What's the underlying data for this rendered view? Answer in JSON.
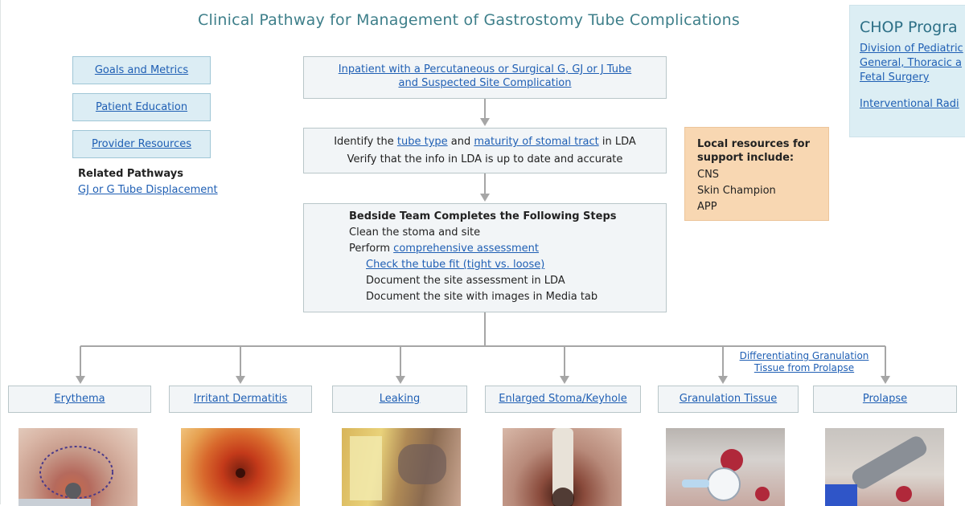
{
  "title": "Clinical Pathway for Management of Gastrostomy Tube Complications",
  "nav": {
    "goals": "Goals and Metrics",
    "education": "Patient Education",
    "resources": "Provider Resources"
  },
  "related": {
    "heading": "Related Pathways",
    "link": "GJ or G Tube Displacement"
  },
  "step1": {
    "line1": "Inpatient with a Percutaneous or Surgical G, GJ or J Tube",
    "line2": "and Suspected Site Complication"
  },
  "step2": {
    "pre": "Identify the ",
    "tube_type": "tube type",
    "and": " and ",
    "maturity": "maturity of stomal tract",
    "post": " in LDA",
    "line2": "Verify that the info in LDA is up to date and accurate"
  },
  "step3": {
    "heading": "Bedside Team Completes the Following Steps",
    "clean": "Clean the stoma and site",
    "perform": "Perform ",
    "assessment": "comprehensive assessment",
    "fit": "Check the tube fit (tight vs. loose)",
    "doc1": "Document the site assessment in LDA",
    "doc2": "Document the site with images in Media tab"
  },
  "local": {
    "heading1": "Local resources for",
    "heading2": "support include:",
    "items": [
      "CNS",
      "Skin Champion",
      "APP"
    ]
  },
  "chop": {
    "heading": "CHOP Progra",
    "l1": "Division of Pediatric",
    "l2": "General, Thoracic a",
    "l3": "Fetal Surgery",
    "l4": "Interventional Radi"
  },
  "diff_note": {
    "line1": "Differentiating Granulation",
    "line2": "Tissue from Prolapse"
  },
  "categories": [
    "Erythema",
    "Irritant Dermatitis",
    "Leaking",
    "Enlarged Stoma/Keyhole",
    "Granulation Tissue",
    "Prolapse"
  ],
  "colors": {
    "title": "#3e7f8a",
    "link": "#1f5fb4",
    "nav_bg": "#dcedf4",
    "box_bg": "#f2f5f7",
    "local_bg": "#f8d7b2",
    "connector": "#a6a6a6"
  }
}
